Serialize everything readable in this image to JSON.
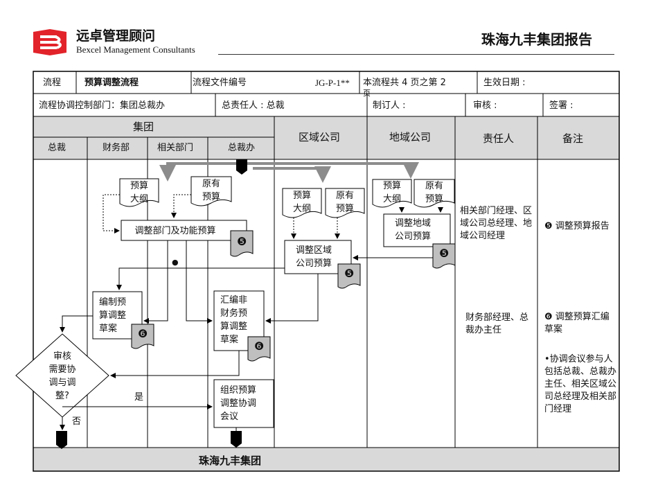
{
  "header": {
    "brand_cn": "远卓管理顾问",
    "brand_en": "Bexcel Management Consultants",
    "report_title": "珠海九丰集团报告"
  },
  "meta": {
    "process_label": "流程",
    "process_name": "预算调整流程",
    "doc_no_label": "流程文件编号",
    "doc_no": "JG-P-1**",
    "page_info": "本流程共 4  页之第 2",
    "page_suffix": "页",
    "effective_label": "生效日期 :",
    "coord_dept": "流程协调控制部门：集团总裁办",
    "owner": "总责任人 : 总裁",
    "maker": "制订人 :",
    "reviewer": "审核 :",
    "sign": "签署 :"
  },
  "columns": {
    "group": "集团",
    "ceo": "总裁",
    "finance": "财务部",
    "related": "相关部门",
    "ceo_office": "总裁办",
    "regional": "区域公司",
    "local": "地域公司",
    "owner": "责任人",
    "remark": "备注"
  },
  "docs": {
    "d1": [
      "预算",
      "大纲"
    ],
    "d2": [
      "原有",
      "预算"
    ],
    "d3": [
      "预算",
      "大纲"
    ],
    "d4": [
      "原有",
      "预算"
    ],
    "d5": [
      "预算",
      "大纲"
    ],
    "d6": [
      "原有",
      "预算"
    ]
  },
  "boxes": {
    "adjust_dept": "调整部门及功能预算",
    "adjust_local": [
      "调整地域",
      "公司预算"
    ],
    "adjust_regional": [
      "调整区域",
      "公司预算"
    ],
    "draft": [
      "编制预",
      "算调整",
      "草案"
    ],
    "compile": [
      "汇编非",
      "财务预",
      "算调整",
      "草案"
    ],
    "meeting": [
      "组织预算",
      "调整协调",
      "会议"
    ],
    "decision": [
      "审核",
      "需要协",
      "调与调",
      "整?"
    ]
  },
  "markers": {
    "five": "❺",
    "six": "❻"
  },
  "labels": {
    "yes": "是",
    "no": "否",
    "dot": "●"
  },
  "notes": {
    "owner1": "相关部门经理、区域公司总经理、地域公司经理",
    "owner2": "财务部经理、总裁办主任",
    "remark1": "❺ 调整预算报告",
    "remark2": "❻ 调整预算汇编草案",
    "remark3": "•协调会议参与人包括总裁、总裁办主任、相关区域公司总经理及相关部门经理"
  },
  "footer": {
    "company": "珠海九丰集团"
  },
  "colors": {
    "logo_red": "#e2232a",
    "header_gray": "#d9d9d9",
    "arrow_gray": "#8c8c8c",
    "marker_bg": "#bfbfbf"
  }
}
